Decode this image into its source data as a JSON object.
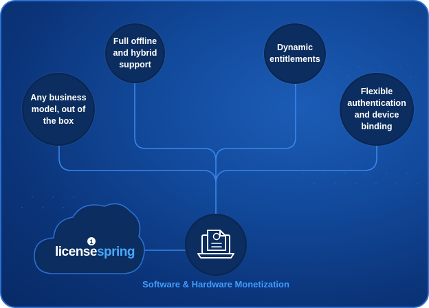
{
  "nodes": {
    "left": "Any business\nmodel, out of\nthe box",
    "top_left": "Full offline\nand hybrid\nsupport",
    "top_right": "Dynamic\nentitlements",
    "right": "Flexible\nauthentication\nand device\nbinding"
  },
  "logo": {
    "part1": "license",
    "part2": "spring"
  },
  "caption": "Software & Hardware Monetization",
  "icons": [
    "cloud-icon",
    "invoice-laptop-icon"
  ],
  "colors": {
    "background": "#124a9c",
    "node_fill": "#0b2d5f",
    "line": "#3a86e8",
    "accent": "#3f9cff"
  }
}
